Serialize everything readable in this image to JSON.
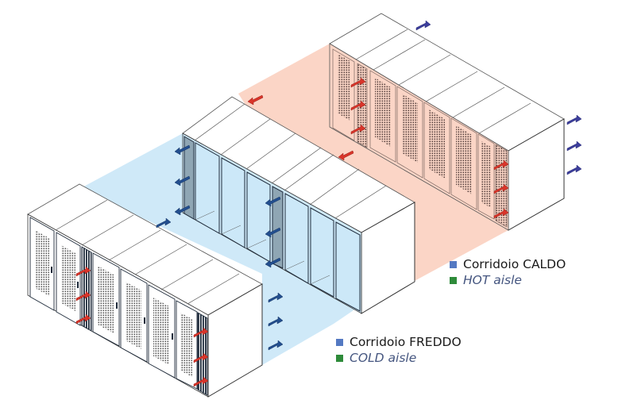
{
  "diagram": {
    "title": "Hot aisle / cold aisle data center containment",
    "colors": {
      "hot_aisle_floor": "#fbd5c6",
      "cold_aisle_floor": "#cfe9f8",
      "glass_door": "#cce8f8",
      "rack_body": "#ffffff",
      "rack_outline": "#333333",
      "hot_air_arrow": "#d9352a",
      "cold_air_arrow": "#234f8f",
      "exhaust_arrow": "#3c3e9c",
      "legend_square_blue": "#5479c2",
      "legend_square_green": "#2e8b3a"
    },
    "rows": [
      {
        "name": "back-rack-row",
        "rack_count": 6,
        "door_type": "perforated",
        "zone": "hot"
      },
      {
        "name": "middle-cooling-row",
        "rack_count": 6,
        "door_type": "glass",
        "cooling_units": 2,
        "zone": "contained"
      },
      {
        "name": "front-rack-row",
        "rack_count": 6,
        "door_type": "perforated",
        "zone": "cold"
      }
    ],
    "arrows": {
      "hot_air": "Red arrows: hot exhaust air from rack rears into the hot aisle",
      "cold_air": "Blue arrows: cooled air supplied into the cold aisle",
      "exhaust": "Purple arrows: air leaving the end of the row"
    }
  },
  "legend": {
    "hot": {
      "label_it": "Corridoio CALDO",
      "label_en": "HOT aisle"
    },
    "cold": {
      "label_it": "Corridoio FREDDO",
      "label_en": "COLD aisle"
    }
  }
}
